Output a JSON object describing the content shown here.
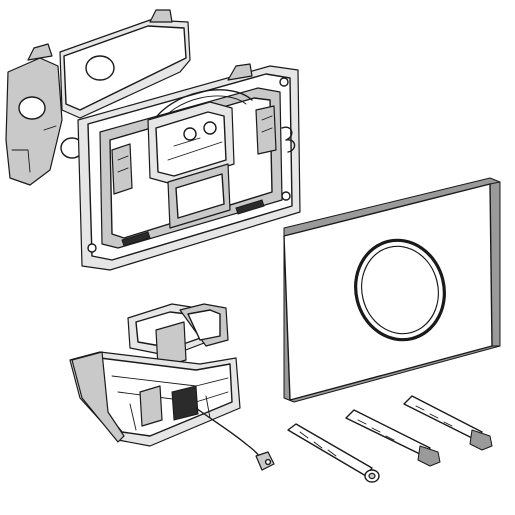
{
  "scene": {
    "components": [
      {
        "id": "mounting-frame",
        "description_icon": "rear-mounting-frame-icon"
      },
      {
        "id": "cover-plate",
        "description_icon": "round-button-cover-plate-icon"
      },
      {
        "id": "control-unit",
        "description_icon": "sensor-control-module-icon"
      },
      {
        "id": "spacer-bolts",
        "count": 3
      }
    ],
    "colors": {
      "line": "#1a1a1a",
      "background": "#ffffff",
      "shade": "#c9c9c9",
      "light_shade": "#e6e6e6"
    }
  }
}
